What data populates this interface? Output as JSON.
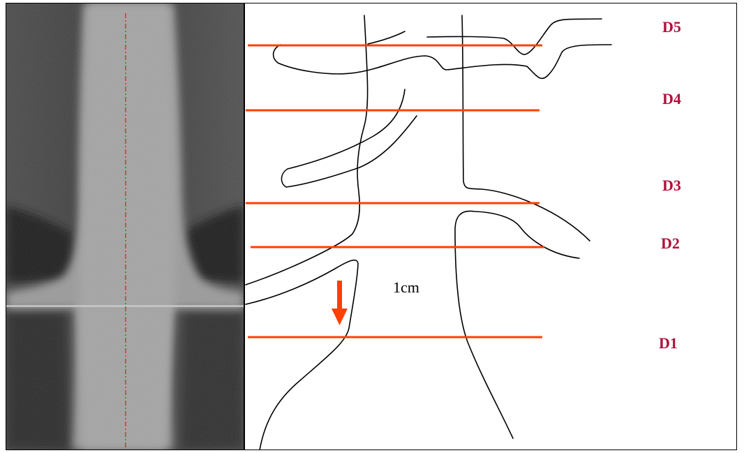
{
  "scale_label": "1cm",
  "levels": [
    {
      "id": "D5",
      "label": "D5"
    },
    {
      "id": "D4",
      "label": "D4"
    },
    {
      "id": "D3",
      "label": "D3"
    },
    {
      "id": "D2",
      "label": "D2"
    },
    {
      "id": "D1",
      "label": "D1"
    }
  ],
  "colors": {
    "level_line": "#ff4000",
    "label": "#b0103a",
    "arrow": "#ff4000",
    "centerline": "#cc2222"
  }
}
